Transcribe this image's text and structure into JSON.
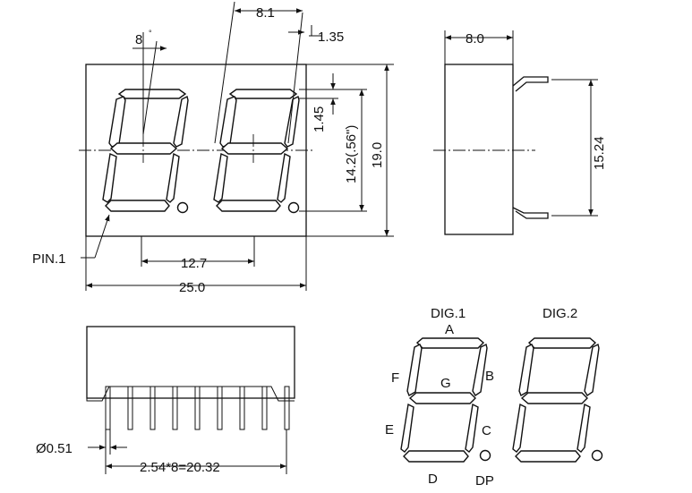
{
  "front_view": {
    "digit_pitch": "8.1",
    "slant": "8",
    "segment_width": "1.35",
    "segment_gap": "1.45",
    "digit_height": "14.2(.56\")",
    "body_height": "19.0",
    "pin_row_spacing": "12.7",
    "body_width": "25.0",
    "pin1_label": "PIN.1"
  },
  "side_view": {
    "depth": "8.0",
    "pin_span": "15.24"
  },
  "bottom_view": {
    "pin_diameter": "Ø0.51",
    "pin_pitch": "2.54*8=20.32"
  },
  "segment_map": {
    "dig1_label": "DIG.1",
    "dig2_label": "DIG.2",
    "segments": {
      "a": "A",
      "b": "B",
      "c": "C",
      "d": "D",
      "e": "E",
      "f": "F",
      "g": "G",
      "dp": "DP"
    }
  }
}
